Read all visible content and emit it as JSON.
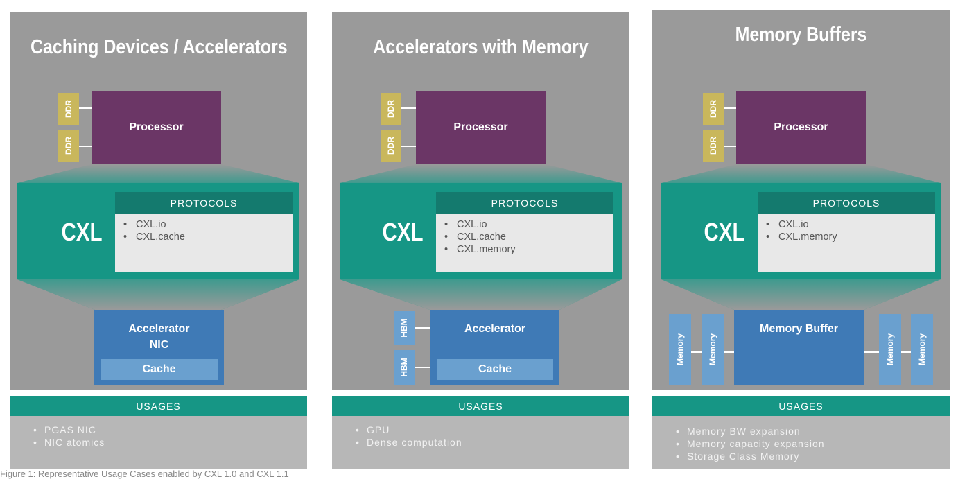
{
  "colors": {
    "panel_bg": "#9a9a9a",
    "cxl_teal": "#169685",
    "protocols_header": "#147a6e",
    "processor": "#6b3666",
    "ddr": "#c9b75c",
    "accelerator": "#3f7ab6",
    "light_blue": "#6aa0cf",
    "usages_body": "#b7b7b7"
  },
  "panels": [
    {
      "title": "Caching Devices / Accelerators",
      "ddr_labels": [
        "DDR",
        "DDR"
      ],
      "processor": "Processor",
      "cxl": "CXL",
      "protocols_title": "PROTOCOLS",
      "protocols": [
        "CXL.io",
        "CXL.cache"
      ],
      "device": "Accelerator\nNIC",
      "cache": "Cache",
      "usages_title": "USAGES",
      "usages": [
        "PGAS NIC",
        "NIC atomics"
      ]
    },
    {
      "title": "Accelerators with Memory",
      "ddr_labels": [
        "DDR",
        "DDR"
      ],
      "processor": "Processor",
      "cxl": "CXL",
      "protocols_title": "PROTOCOLS",
      "protocols": [
        "CXL.io",
        "CXL.cache",
        "CXL.memory"
      ],
      "hbm_labels": [
        "HBM",
        "HBM"
      ],
      "device": "Accelerator",
      "cache": "Cache",
      "usages_title": "USAGES",
      "usages": [
        "GPU",
        "Dense computation"
      ]
    },
    {
      "title": "Memory Buffers",
      "ddr_labels": [
        "DDR",
        "DDR"
      ],
      "processor": "Processor",
      "cxl": "CXL",
      "protocols_title": "PROTOCOLS",
      "protocols": [
        "CXL.io",
        "CXL.memory"
      ],
      "memory_labels": [
        "Memory",
        "Memory",
        "Memory",
        "Memory"
      ],
      "device": "Memory Buffer",
      "usages_title": "USAGES",
      "usages": [
        "Memory BW expansion",
        "Memory capacity expansion",
        "Storage Class Memory"
      ]
    }
  ],
  "caption": "Figure 1: Representative Usage Cases enabled by CXL 1.0 and CXL 1.1"
}
